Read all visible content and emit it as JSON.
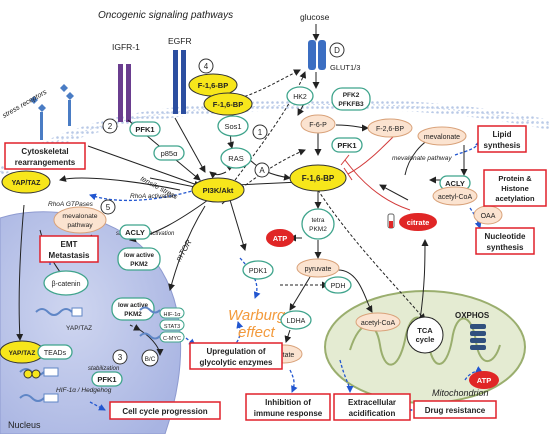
{
  "labels": {
    "oncogenic": "Oncogenic signaling pathways",
    "igfr": "IGFR-1",
    "egfr": "EGFR",
    "stress_receptors": "stress receptors",
    "glucose": "glucose",
    "glut": "GLUT1/3",
    "tensile_stress": "tensile stress",
    "rhoa_activation": "RhoA activation",
    "rhoa_gtpases": "RhoA GTPases",
    "stabilization_activation": "stabilization activation",
    "mtor": "mTOR",
    "mevalonate_pathway_italic": "mevalonate pathway",
    "stabilization": "stabilization",
    "hif_hedgehog": "HIF-1α / Hedgehog",
    "nucleus": "Nucleus",
    "mitochondrion": "Mitochondrion",
    "warburg_line1": "Warburg",
    "warburg_line2": "effect"
  },
  "circles": {
    "n1": "1",
    "n2": "2",
    "n3": "3",
    "n4": "4",
    "n5": "5",
    "a": "A",
    "bc": "B/C",
    "d": "D"
  },
  "nodes": {
    "f16bp_top": "F-1,6-BP",
    "f16bp_mid": "F-1,6-BP",
    "f16bp_main": "F-1,6-BP",
    "pfk1_left": "PFK1",
    "p85a": "p85α",
    "sos1": "Sos1",
    "ras": "RAS",
    "hk2": "HK2",
    "pfk2_1": "PFK2",
    "pfk2_2": "PFKFB3",
    "f6p": "F-6-P",
    "f26bp": "F-2,6-BP",
    "pfk1_center": "PFK1",
    "mevalonate_right": "mevalonate",
    "acetyl_coa_right": "acetyl-CoA",
    "oaa": "OAA",
    "citrate": "citrate",
    "acly_right": "ACLY",
    "atp_left": "ATP",
    "tetra_1": "tetra",
    "tetra_2": "PKM2",
    "pyruvate": "pyruvate",
    "pdk1": "PDK1",
    "pdh": "PDH",
    "ldha": "LDHA",
    "lactate": "lactate",
    "acetyl_coa_mito": "acetyl-CoA",
    "tca_1": "TCA",
    "tca_2": "cycle",
    "oxphos": "OXPHOS",
    "atp_mito": "ATP",
    "pi3k": "PI3K/Akt",
    "yap_top": "YAP/TAZ",
    "mevalonate_left_1": "mevalonate",
    "mevalonate_left_2": "pathway",
    "acly_left": "ACLY",
    "low_pkm2_a_1": "low active",
    "low_pkm2_a_2": "PKM2",
    "b_catenin": "β-catenin",
    "low_pkm2_b_1": "low active",
    "low_pkm2_b_2": "PKM2",
    "yap_bottom": "YAP/TAZ",
    "teads": "TEADs",
    "pfk1_nucleus": "PFK1",
    "hif1a": "HIF-1α",
    "stat3": "STAT3",
    "cmyc": "C-MYC"
  },
  "dna_labels": {
    "yap_taz_gene": "YAP/TAZ"
  },
  "outcomes": {
    "cytoskeletal_1": "Cytoskeletal",
    "cytoskeletal_2": "rearrangements",
    "emt_1": "EMT",
    "emt_2": "Metastasis",
    "upregulation_1": "Upregulation of",
    "upregulation_2": "glycolytic enzymes",
    "cell_cycle": "Cell cycle progression",
    "lipid_1": "Lipid",
    "lipid_2": "synthesis",
    "protein_1": "Protein &",
    "protein_2": "Histone",
    "protein_3": "acetylation",
    "nucleotide_1": "Nucleotide",
    "nucleotide_2": "synthesis",
    "inhibition_1": "Inhibition of",
    "inhibition_2": "immune response",
    "extracellular_1": "Extracellular",
    "extracellular_2": "acidification",
    "drug": "Drug resistance"
  },
  "colors": {
    "yellow": "#f7e61b",
    "teal": "#3fa48c",
    "red_box": "#e0202a",
    "blue_arrow": "#2256d0",
    "nucleus": "#b9c3e8",
    "mito": "#e4ebd2",
    "orange_node": "#fbe3d0",
    "warburg": "#f39a3c"
  }
}
